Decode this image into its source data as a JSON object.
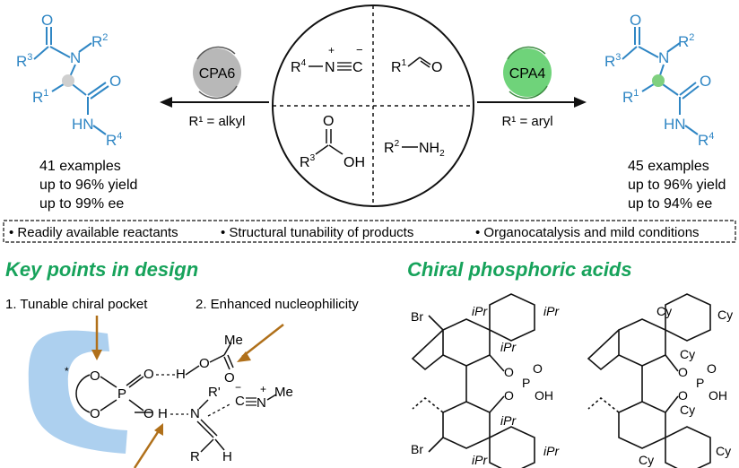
{
  "reaction": {
    "left_catalyst": "CPA6",
    "left_condition": "R¹ = alkyl",
    "left_product_caption": [
      "41 examples",
      "up to 96% yield",
      "up to 99% ee"
    ],
    "right_catalyst": "CPA4",
    "right_condition": "R¹ = aryl",
    "right_product_caption": [
      "45 examples",
      "up to 96% yield",
      "up to 94% ee"
    ]
  },
  "features": [
    "• Readily available reactants",
    "• Structural tunability of products",
    "• Organocatalysis and mild conditions"
  ],
  "design": {
    "title": "Key points in design",
    "point1": "1. Tunable chiral pocket",
    "point2": "2. Enhanced nucleophilicity"
  },
  "cpa": {
    "title": "Chiral phosphoric acids",
    "left_subs": {
      "top_left": "Br",
      "ipr_top": "iPr",
      "ipr_top_right": "iPr",
      "ipr_mid": "iPr",
      "ipr_low": "iPr",
      "bottom_left": "Br",
      "ipr_bottom": "iPr",
      "ipr_bottom_right": "iPr"
    },
    "right_subs": {
      "cy_top": "Cy",
      "cy_top_right": "Cy",
      "cy_mid": "Cy",
      "cy_low": "Cy",
      "cy_bottom": "Cy",
      "cy_bottom_right": "Cy"
    }
  },
  "colors": {
    "product_blue": "#2f86c4",
    "cpa6_gray": "#b8b8b8",
    "cpa4_green": "#6fd37a",
    "title_green": "#17a35b",
    "pocket_blue": "#9fc8ec",
    "arrow_orange": "#b0701a"
  }
}
